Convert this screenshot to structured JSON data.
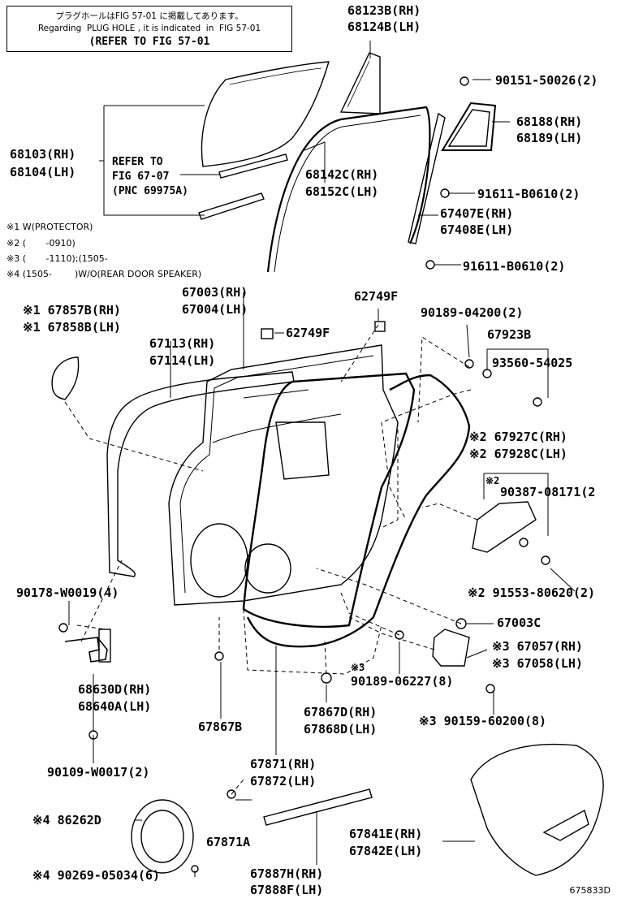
{
  "note": {
    "line1": "プラグホールはFIG 57-01 に掲載してあります。",
    "line2": "Regarding  PLUG HOLE , it is indicated  in  FIG 57-01",
    "line3": "(REFER TO FIG 57-01"
  },
  "legend": {
    "l1": "※1 W(PROTECTOR)",
    "l2": "※2 (       -0910)",
    "l3": "※3 (       -1110);(1505-",
    "l4": "※4 (1505-        )W/O(REAR DOOR SPEAKER)"
  },
  "parts": {
    "p68123B": "68123B(RH)",
    "p68124B": "68124B(LH)",
    "p90151": "90151-50026(2)",
    "p68188": "68188(RH)",
    "p68189": "68189(LH)",
    "p68103": "68103(RH)",
    "p68104": "68104(LH)",
    "refer_to": "REFER TO",
    "refer_fig": "FIG 67-07",
    "refer_pnc": "(PNC 69975A)",
    "p68142C": "68142C(RH)",
    "p68152C": "68152C(LH)",
    "p91611a": "91611-B0610(2)",
    "p67407E": "67407E(RH)",
    "p67408E": "67408E(LH)",
    "p91611b": "91611-B0610(2)",
    "p67003": "67003(RH)",
    "p67004": "67004(LH)",
    "p62749F_top": "62749F",
    "p62749F_mid": "62749F",
    "p67857B": "※1 67857B(RH)",
    "p67858B": "※1 67858B(LH)",
    "p90189a": "90189-04200(2)",
    "p67113": "67113(RH)",
    "p67114": "67114(LH)",
    "p67923B": "67923B",
    "p93560": "93560-54025",
    "p67927C": "※2 67927C(RH)",
    "p67928C": "※2 67928C(LH)",
    "p90387_mark": "※2",
    "p90387": "90387-08171(2",
    "p91553": "※2 91553-80620(2)",
    "p90178": "90178-W0019(4)",
    "p67003C": "67003C",
    "p67057": "※3 67057(RH)",
    "p67058": "※3 67058(LH)",
    "p90189b_mark": "※3",
    "p90189b": "90189-06227(8)",
    "p68630D": "68630D(RH)",
    "p68640A": "68640A(LH)",
    "p90159": "※3 90159-60200(8)",
    "p67867B": "67867B",
    "p67867D": "67867D(RH)",
    "p67868D": "67868D(LH)",
    "p90109": "90109-W0017(2)",
    "p67871": "67871(RH)",
    "p67872": "67872(LH)",
    "p86262D": "※4 86262D",
    "p67871A": "67871A",
    "p67841E": "67841E(RH)",
    "p67842E": "67842E(LH)",
    "p90269": "※4 90269-05034(6)",
    "p67887H": "67887H(RH)",
    "p67888F": "67888F(LH)"
  },
  "footer": {
    "code": "675833D"
  }
}
